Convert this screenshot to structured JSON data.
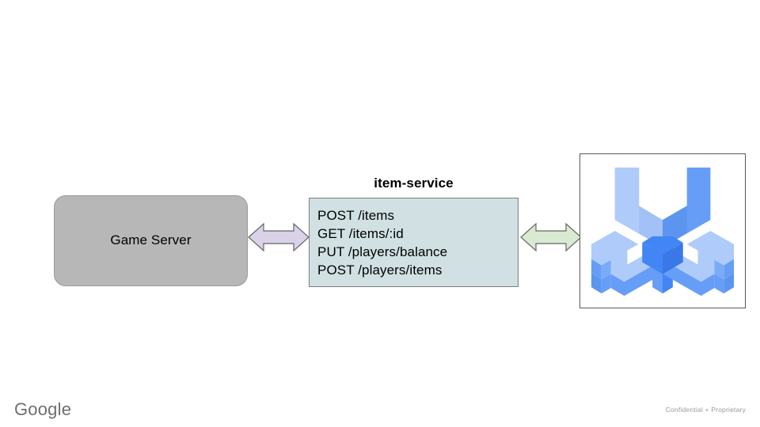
{
  "slide": {
    "background_color": "#ffffff"
  },
  "nodes": {
    "game_server": {
      "label": "Game Server",
      "fill_color": "#b7b7b7",
      "border_color": "#9a9a9a"
    },
    "item_service": {
      "title": "item-service",
      "fill_color": "#d0e0e3",
      "border_color": "#7f7f7f",
      "endpoints": [
        "POST /items",
        "GET /items/:id",
        "PUT /players/balance",
        "POST /players/items"
      ]
    },
    "tool_icon_panel": {
      "icon_name": "isometric-three-prong-wrench-icon",
      "border_color": "#595959",
      "colors": {
        "light_blue": "#aecbfa",
        "mid_blue": "#669df6",
        "deep_blue": "#4285f4",
        "dark_blue": "#3b78e7"
      }
    }
  },
  "connectors": {
    "game_server_to_item_service": {
      "name": "double-headed-arrow",
      "fill_color": "#d9d2e9",
      "border_color": "#666666"
    },
    "item_service_to_tool": {
      "name": "double-headed-arrow",
      "fill_color": "#d9ead3",
      "border_color": "#666666"
    }
  },
  "footer": {
    "logo_text": "Google",
    "note": "Confidential + Proprietary"
  }
}
